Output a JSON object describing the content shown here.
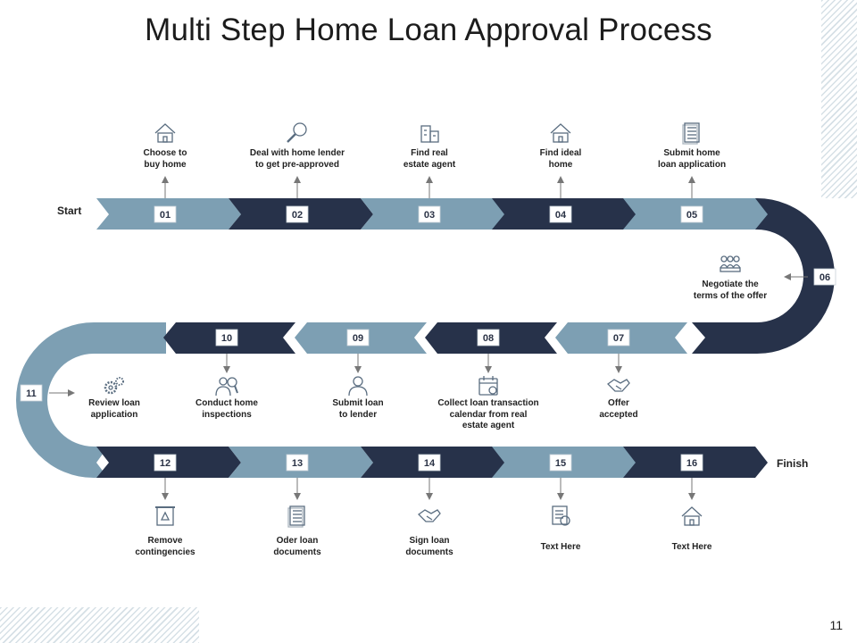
{
  "title": "Multi Step Home Loan Approval Process",
  "page_number": "11",
  "start_label": "Start",
  "finish_label": "Finish",
  "colors": {
    "dark": "#27324a",
    "light": "#7d9fb3",
    "icon": "#5a6d80"
  },
  "steps": [
    {
      "num": "01",
      "label": "Choose to\nbuy home",
      "icon": "house-icon"
    },
    {
      "num": "02",
      "label": "Deal with home lender\nto get pre-approved",
      "icon": "magnifier-icon"
    },
    {
      "num": "03",
      "label": "Find real\nestate agent",
      "icon": "building-icon"
    },
    {
      "num": "04",
      "label": "Find ideal\nhome",
      "icon": "house-icon"
    },
    {
      "num": "05",
      "label": "Submit home\nloan application",
      "icon": "document-icon"
    },
    {
      "num": "06",
      "label": "Negotiate the\nterms of the offer",
      "icon": "group-icon"
    },
    {
      "num": "07",
      "label": "Offer\naccepted",
      "icon": "handshake-icon"
    },
    {
      "num": "08",
      "label": "Collect loan transaction\ncalendar from real\nestate agent",
      "icon": "calendar-icon"
    },
    {
      "num": "09",
      "label": "Submit loan\nto lender",
      "icon": "person-icon"
    },
    {
      "num": "10",
      "label": "Conduct home\ninspections",
      "icon": "inspector-icon"
    },
    {
      "num": "11",
      "label": "Review loan\napplication",
      "icon": "gears-icon"
    },
    {
      "num": "12",
      "label": "Remove\ncontingencies",
      "icon": "scroll-icon"
    },
    {
      "num": "13",
      "label": "Oder loan\ndocuments",
      "icon": "document-icon"
    },
    {
      "num": "14",
      "label": "Sign loan\ndocuments",
      "icon": "handshake-icon"
    },
    {
      "num": "15",
      "label": "Text Here",
      "icon": "certificate-icon"
    },
    {
      "num": "16",
      "label": "Text Here",
      "icon": "house-icon"
    }
  ]
}
